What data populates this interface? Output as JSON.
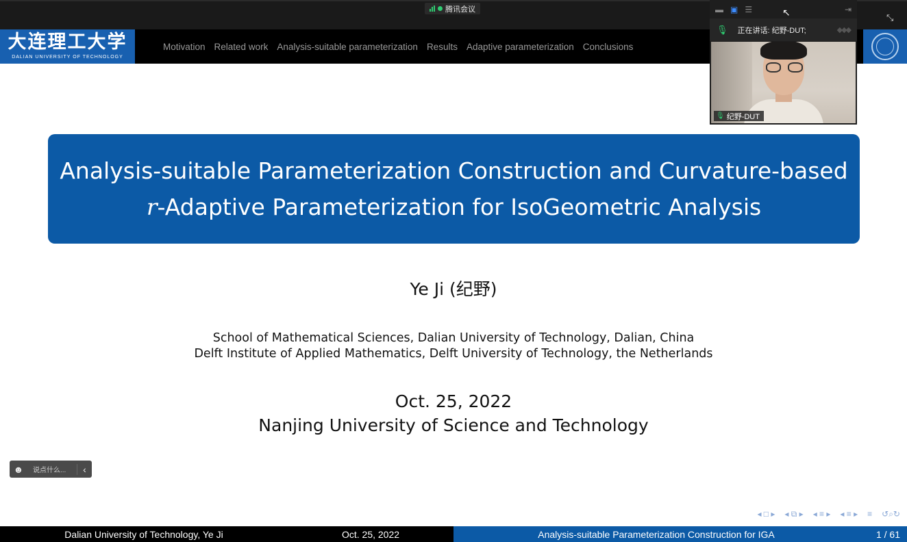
{
  "meeting": {
    "app_name": "腾讯会议",
    "fullscreen_icon": "exit-fullscreen-icon"
  },
  "slide": {
    "header": {
      "logo_cn": "大连理工大学",
      "logo_en": "DALIAN UNIVERSITY OF TECHNOLOGY",
      "nav": [
        "Motivation",
        "Related work",
        "Analysis-suitable parameterization",
        "Results",
        "Adaptive parameterization",
        "Conclusions"
      ]
    },
    "title_line1": "Analysis-suitable Parameterization Construction and Curvature-based",
    "title_r": "r",
    "title_line2": "-Adaptive Parameterization for IsoGeometric Analysis",
    "author": "Ye Ji (纪野)",
    "affiliation1": "School of Mathematical Sciences, Dalian University of Technology, Dalian, China",
    "affiliation2": "Delft Institute of Applied Mathematics, Delft University of Technology, the Netherlands",
    "date": "Oct. 25, 2022",
    "venue": "Nanjing University of Science and Technology",
    "footer": {
      "author": "Dalian University of Technology, Ye Ji",
      "date": "Oct. 25, 2022",
      "title": "Analysis-suitable Parameterization Construction for IGA",
      "page": "1 / 61"
    }
  },
  "chat": {
    "placeholder": "说点什么..."
  },
  "video": {
    "speaker_label": "正在讲话: 纪野-DUT;",
    "participant_name": "纪野-DUT"
  }
}
